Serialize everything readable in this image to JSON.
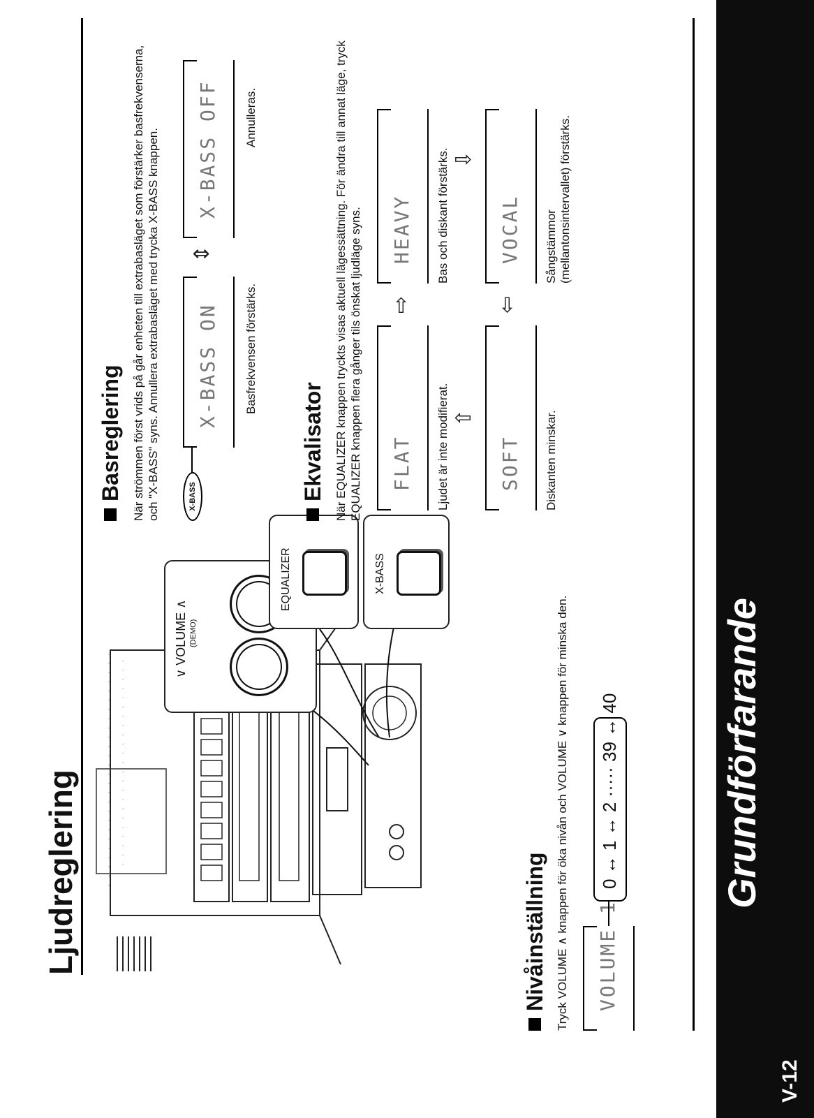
{
  "side_tab": "Grundförfarande",
  "page_number": "V-12",
  "main_title": "Ljudreglering",
  "sections": {
    "bass": {
      "title": "Basreglering",
      "text": "När strömmen först vrids på går enheten till extrabasläget som förstärker basfrekvenserna, och \"X-BASS\" syns. Annullera extrabasläget med trycka X-BASS knappen.",
      "badge": "X-BASS",
      "display_on": "X-BASS ON",
      "display_off": "X-BASS OFF",
      "caption_on": "Basfrekvensen förstärks.",
      "caption_off": "Annulleras."
    },
    "equalizer": {
      "title": "Ekvalisator",
      "text": "När EQUALIZER knappen tryckts visas aktuell lägessättning. För ändra till annat läge, tryck EQUALIZER knappen flera gånger tils önskat ljudläge syns.",
      "modes": [
        {
          "display": "FLAT",
          "caption": "Ljudet är inte modifierat."
        },
        {
          "display": "HEAVY",
          "caption": "Bas och diskant förstärks."
        },
        {
          "display": "VOCAL",
          "caption": "Sångstämmor\n(mellantonsintervallet) förstärks."
        },
        {
          "display": "SOFT",
          "caption": "Diskanten minskar."
        }
      ]
    },
    "level": {
      "title": "Nivåinställning",
      "text": "Tryck VOLUME ∧ knappen för öka nivån och VOLUME ∨ knappen för minska den.",
      "display": "VOLUME 10",
      "scale": "0 ↔ 1 ↔ 2 ····· 39 ↔ 40"
    }
  },
  "panel_labels": {
    "volume": "∨ VOLUME ∧",
    "demo": "(DEMO)",
    "equalizer": "EQUALIZER",
    "xbass": "X-BASS"
  }
}
